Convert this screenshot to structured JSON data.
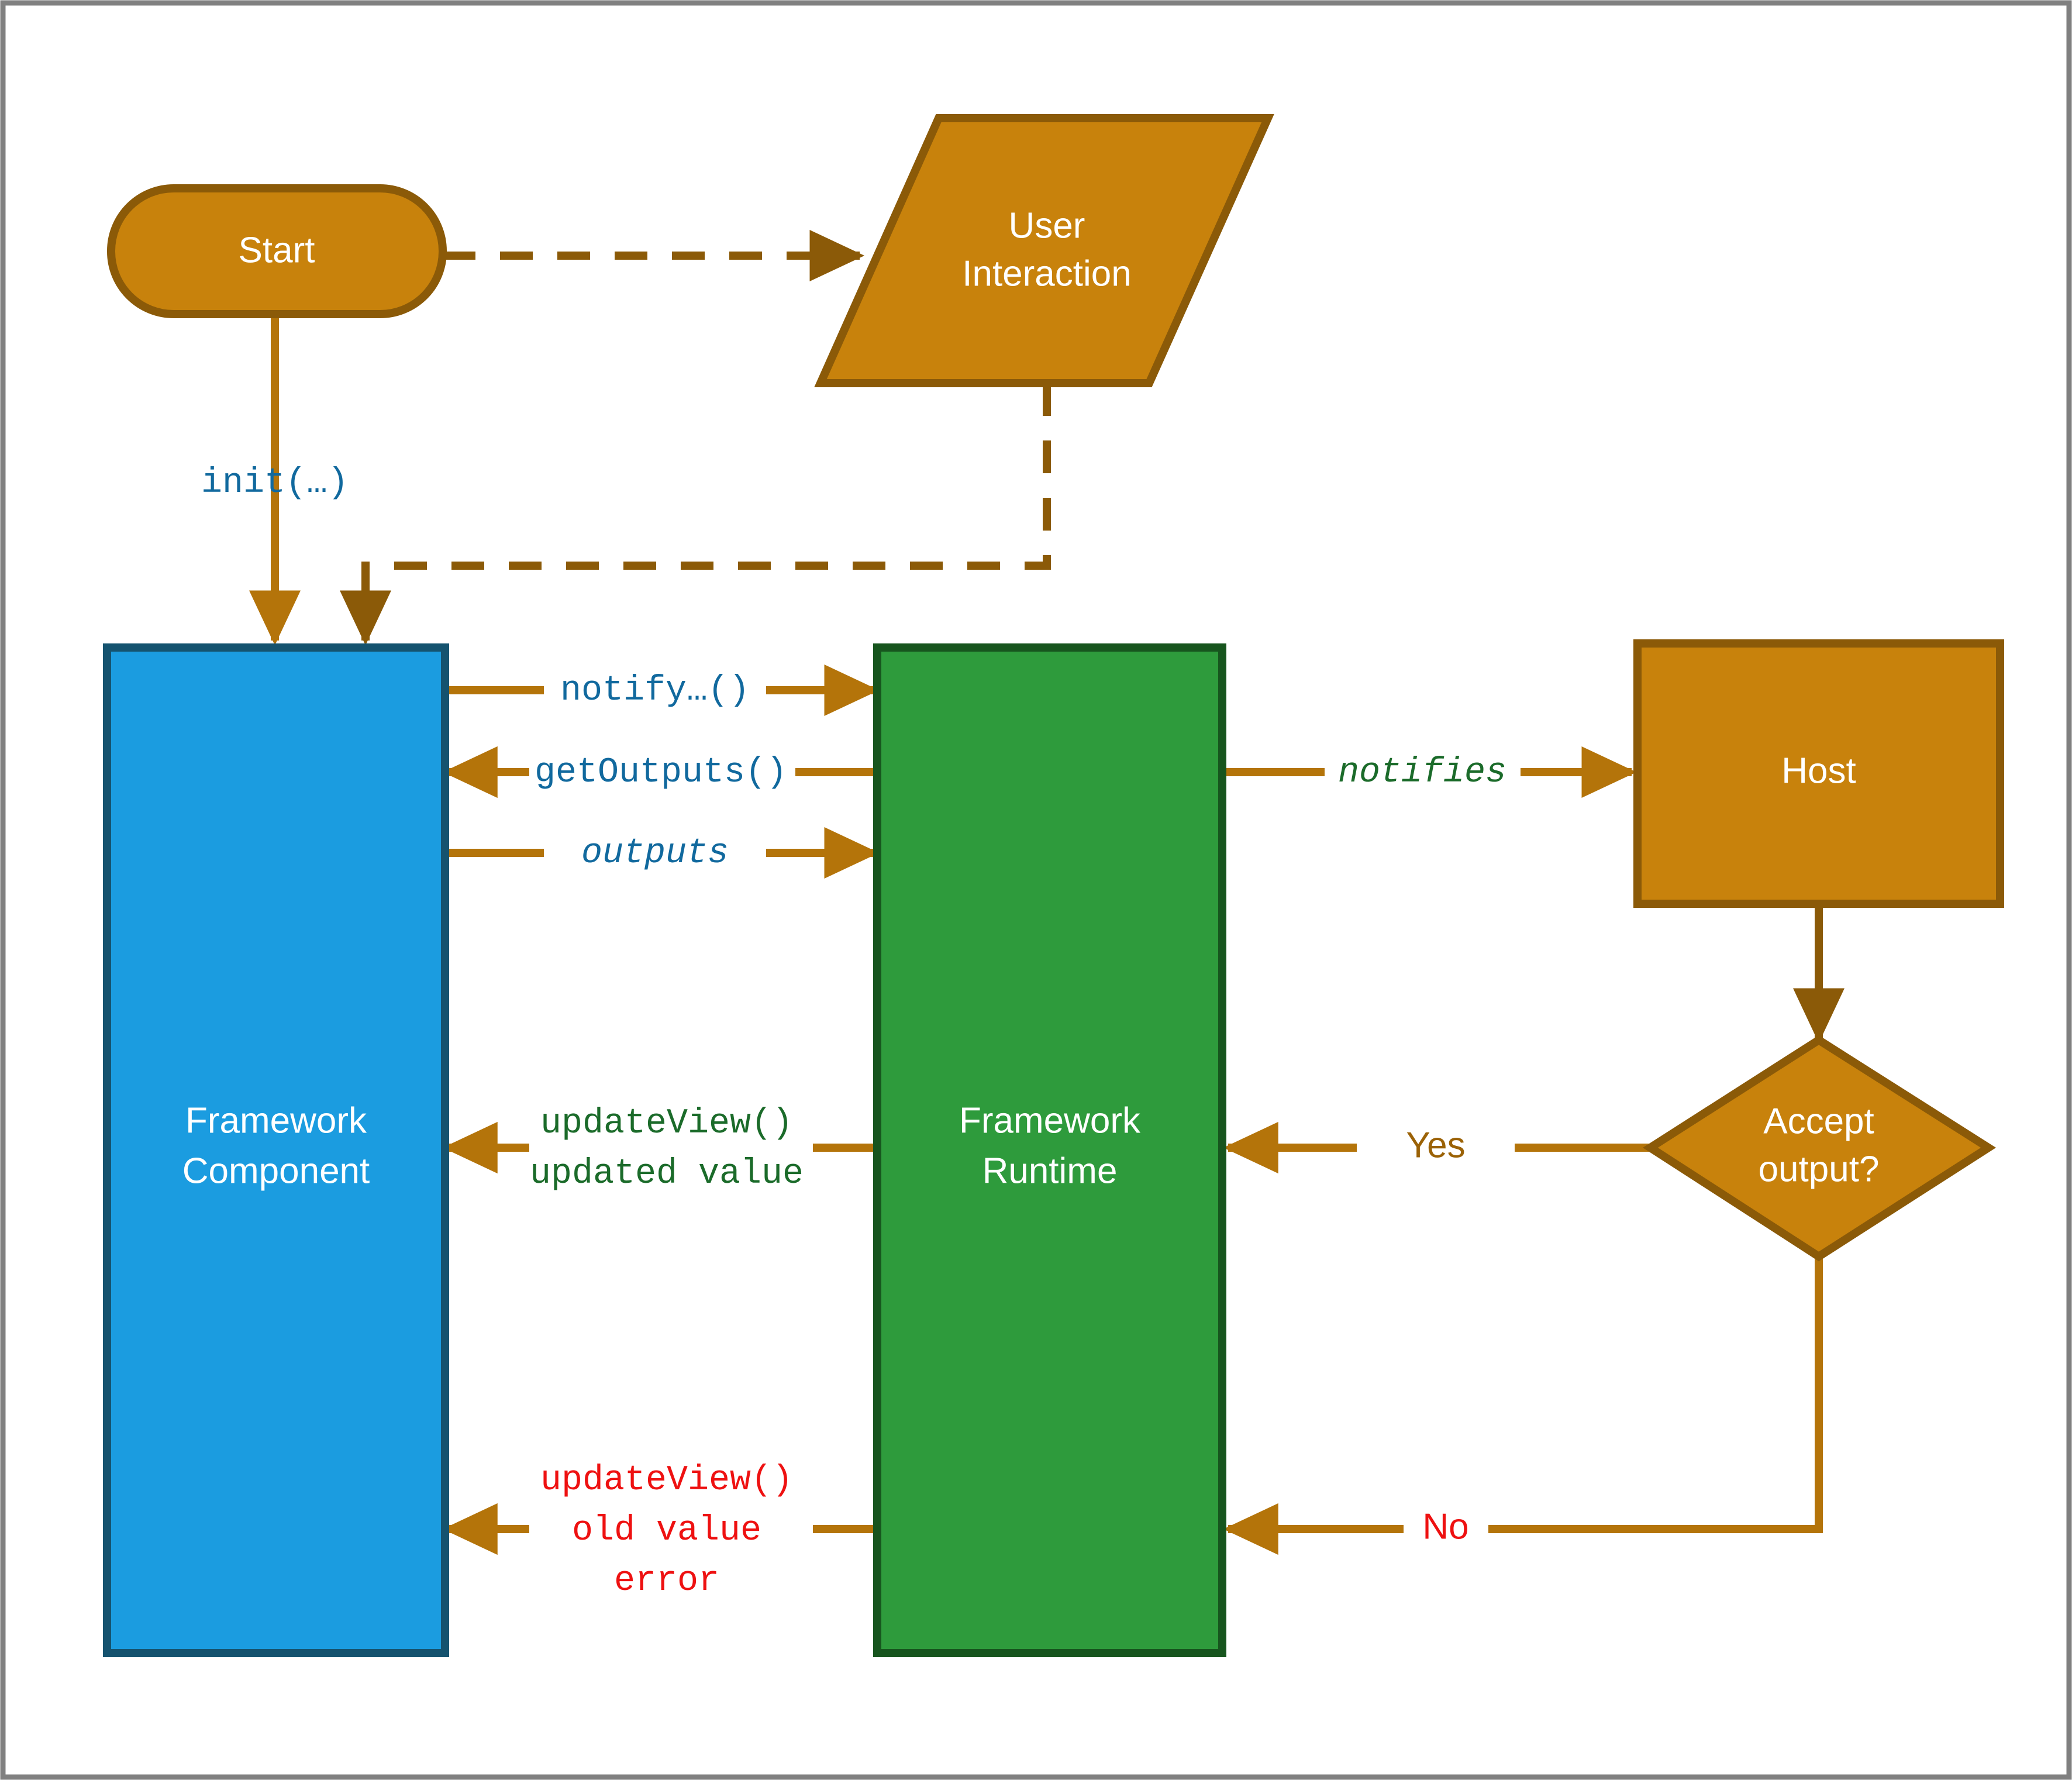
{
  "diagram": {
    "type": "flowchart",
    "title": "Framework component / runtime interaction flow",
    "border_color": "#808080",
    "background": "#ffffff",
    "palette": {
      "orange_fill": "#C8820C",
      "orange_stroke": "#8B5A08",
      "blue_fill": "#1B9CE0",
      "blue_stroke": "#15536F",
      "green_fill": "#2E9B3C",
      "green_stroke": "#17551E",
      "arrow_orange": "#B4740A",
      "label_blue": "#11699E",
      "label_green": "#1B6B2A",
      "label_red": "#EE1111",
      "label_brown": "#9B6206",
      "node_text": "#ffffff"
    },
    "nodes": [
      {
        "id": "start",
        "label": "Start",
        "shape": "stadium",
        "fill": "#C8820C",
        "stroke": "#8B5A08"
      },
      {
        "id": "user_interaction",
        "label_lines": [
          "User",
          "Interaction"
        ],
        "shape": "parallelogram",
        "fill": "#C8820C",
        "stroke": "#8B5A08"
      },
      {
        "id": "framework_component",
        "label_lines": [
          "Framework",
          "Component"
        ],
        "shape": "rect",
        "fill": "#1B9CE0",
        "stroke": "#15536F"
      },
      {
        "id": "framework_runtime",
        "label_lines": [
          "Framework",
          "Runtime"
        ],
        "shape": "rect",
        "fill": "#2E9B3C",
        "stroke": "#17551E"
      },
      {
        "id": "host",
        "label": "Host",
        "shape": "rect",
        "fill": "#C8820C",
        "stroke": "#8B5A08"
      },
      {
        "id": "accept_output",
        "label_lines": [
          "Accept",
          "output?"
        ],
        "shape": "diamond",
        "fill": "#C8820C",
        "stroke": "#8B5A08"
      }
    ],
    "edges": [
      {
        "id": "start-to-user",
        "from": "start",
        "to": "user_interaction",
        "label": "",
        "style": "dashed",
        "color": "#8B5A08"
      },
      {
        "id": "start-to-component",
        "from": "start",
        "to": "framework_component",
        "label": "init(…)",
        "style": "solid",
        "color": "#B4740A",
        "label_color": "#11699E",
        "label_font": "mono"
      },
      {
        "id": "user-to-component",
        "from": "user_interaction",
        "to": "framework_component",
        "label": "",
        "style": "dashed",
        "color": "#8B5A08"
      },
      {
        "id": "component-to-runtime-notify",
        "from": "framework_component",
        "to": "framework_runtime",
        "label": "notify…()",
        "style": "solid",
        "color": "#B4740A",
        "label_color": "#11699E",
        "label_font": "mono"
      },
      {
        "id": "runtime-to-component-getoutputs",
        "from": "framework_runtime",
        "to": "framework_component",
        "label": "getOutputs()",
        "style": "solid",
        "color": "#B4740A",
        "label_color": "#11699E",
        "label_font": "mono"
      },
      {
        "id": "component-to-runtime-outputs",
        "from": "framework_component",
        "to": "framework_runtime",
        "label": "outputs",
        "style": "solid",
        "color": "#B4740A",
        "label_color": "#11699E",
        "label_font": "mono-italic"
      },
      {
        "id": "runtime-to-host",
        "from": "framework_runtime",
        "to": "host",
        "label": "notifies",
        "style": "solid",
        "color": "#B4740A",
        "label_color": "#1B6B2A",
        "label_font": "mono-italic"
      },
      {
        "id": "host-to-accept",
        "from": "host",
        "to": "accept_output",
        "label": "",
        "style": "solid",
        "color": "#8B5A08"
      },
      {
        "id": "accept-yes-to-runtime",
        "from": "accept_output",
        "to": "framework_runtime",
        "label": "Yes",
        "style": "solid",
        "color": "#B4740A",
        "label_color": "#9B6206",
        "label_font": "sans"
      },
      {
        "id": "accept-no-to-runtime",
        "from": "accept_output",
        "to": "framework_runtime",
        "label": "No",
        "style": "solid",
        "color": "#B4740A",
        "label_color": "#EE1111",
        "label_font": "sans"
      },
      {
        "id": "runtime-to-component-updateview",
        "from": "framework_runtime",
        "to": "framework_component",
        "label_lines": [
          "updateView()",
          "updated value"
        ],
        "style": "solid",
        "color": "#B4740A",
        "label_color": "#1B6B2A",
        "label_font": "mono"
      },
      {
        "id": "runtime-to-component-error",
        "from": "framework_runtime",
        "to": "framework_component",
        "label_lines": [
          "updateView()",
          "old value",
          "error"
        ],
        "style": "solid",
        "color": "#B4740A",
        "label_color": "#EE1111",
        "label_font": "mono"
      }
    ],
    "labels": {
      "start": "Start",
      "user_interaction_line1": "User",
      "user_interaction_line2": "Interaction",
      "framework_component_line1": "Framework",
      "framework_component_line2": "Component",
      "framework_runtime_line1": "Framework",
      "framework_runtime_line2": "Runtime",
      "host": "Host",
      "accept_output_line1": "Accept",
      "accept_output_line2": "output?",
      "init": "init(…)",
      "notify": "notify…()",
      "get_outputs": "getOutputs()",
      "outputs": "outputs",
      "notifies": "notifies",
      "yes": "Yes",
      "no": "No",
      "update_view_1": "updateView()",
      "updated_value": "updated value",
      "update_view_2": "updateView()",
      "old_value": "old value",
      "error": "error"
    }
  }
}
